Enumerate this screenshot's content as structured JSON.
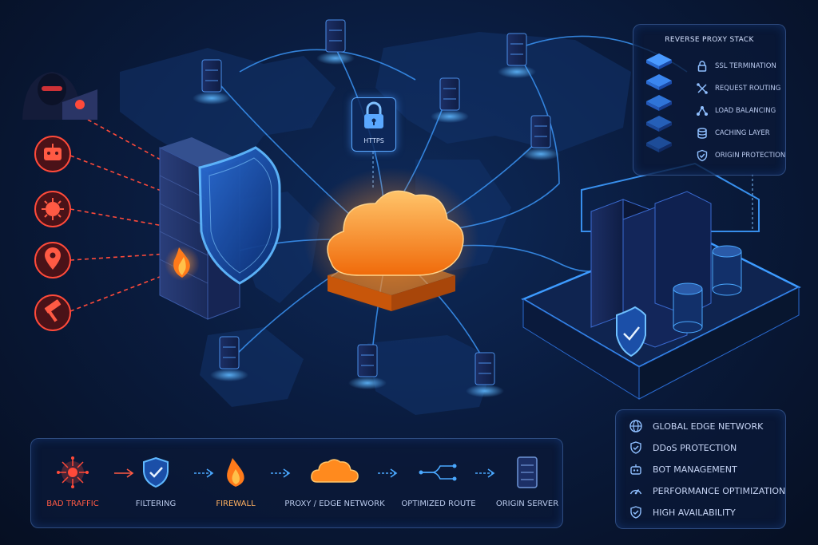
{
  "stack": {
    "title": "REVERSE PROXY STACK",
    "items": [
      {
        "label": "SSL TERMINATION",
        "icon": "lock-icon"
      },
      {
        "label": "REQUEST ROUTING",
        "icon": "routing-icon"
      },
      {
        "label": "LOAD BALANCING",
        "icon": "load-balance-icon"
      },
      {
        "label": "CACHING LAYER",
        "icon": "database-icon"
      },
      {
        "label": "ORIGIN PROTECTION",
        "icon": "shield-check-icon"
      }
    ]
  },
  "features": {
    "items": [
      {
        "label": "GLOBAL EDGE NETWORK",
        "icon": "globe-icon"
      },
      {
        "label": "DDoS PROTECTION",
        "icon": "shield-check-icon"
      },
      {
        "label": "BOT MANAGEMENT",
        "icon": "robot-icon"
      },
      {
        "label": "PERFORMANCE OPTIMIZATION",
        "icon": "speedometer-icon"
      },
      {
        "label": "HIGH AVAILABILITY",
        "icon": "shield-check-icon"
      }
    ]
  },
  "flow": {
    "steps": [
      {
        "label": "BAD TRAFFIC",
        "icon": "virus-icon",
        "color": "#ff4a3a"
      },
      {
        "label": "FILTERING",
        "icon": "shield-check-icon",
        "color": "#4aa8ff"
      },
      {
        "label": "FIREWALL",
        "icon": "flame-icon",
        "color": "#ff8a2a"
      },
      {
        "label": "PROXY / EDGE NETWORK",
        "icon": "cloud-icon",
        "color": "#ff8a2a"
      },
      {
        "label": "OPTIMIZED ROUTE",
        "icon": "route-icon",
        "color": "#4aa8ff"
      },
      {
        "label": "ORIGIN SERVER",
        "icon": "server-icon",
        "color": "#7fa0d8"
      }
    ]
  },
  "center": {
    "https_label": "HTTPS"
  },
  "threats": [
    {
      "icon": "hacker-icon"
    },
    {
      "icon": "robot-icon"
    },
    {
      "icon": "virus-icon"
    },
    {
      "icon": "location-pin-icon"
    },
    {
      "icon": "hammer-icon"
    }
  ],
  "colors": {
    "threat": "#ff4a3a",
    "accent_blue": "#3d9bff",
    "cloud_orange": "#ff8a1e",
    "panel_text": "#c7d5f5"
  }
}
